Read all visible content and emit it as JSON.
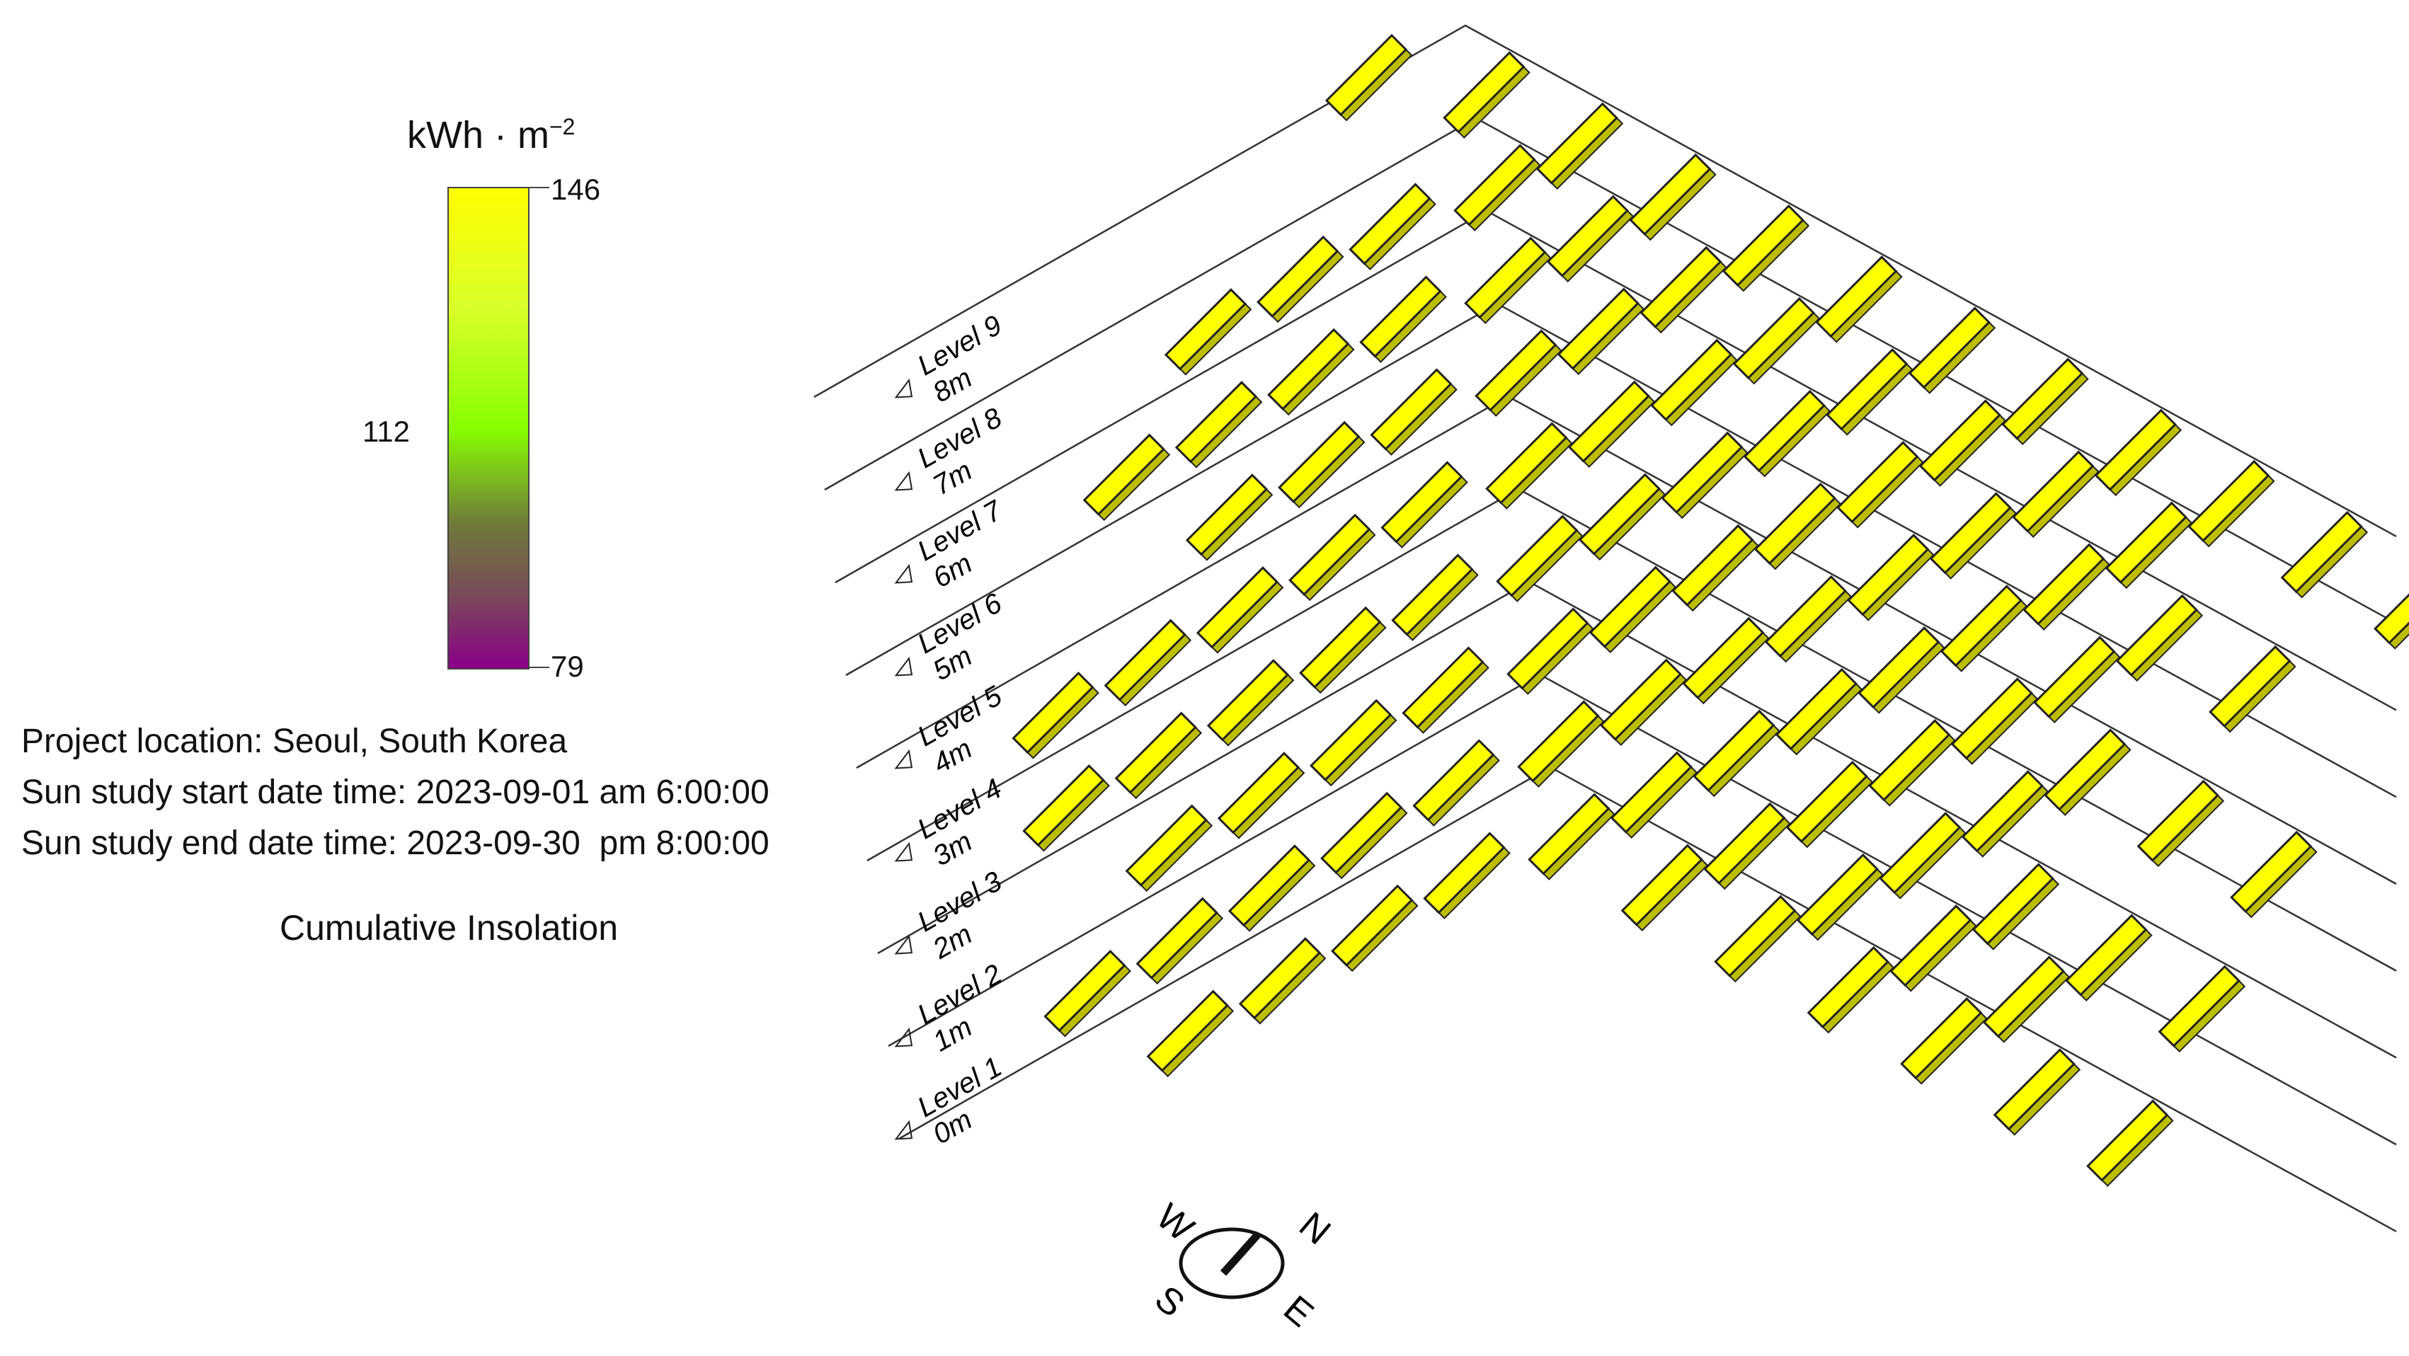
{
  "legend": {
    "unit": "kWh · m",
    "unit_exp": "−2",
    "max": "146",
    "mid": "112",
    "min": "79",
    "colors": [
      "#ffff00",
      "#88ff00",
      "#8a0088"
    ]
  },
  "info": {
    "location": "Project location: Seoul, South Korea",
    "start": "Sun study start date time: 2023-09-01 am 6:00:00",
    "end": "Sun study end date time: 2023-09-30  pm 8:00:00"
  },
  "caption": "Cumulative Insolation",
  "levels": [
    {
      "name": "Level 1",
      "elev": "0m"
    },
    {
      "name": "Level 2",
      "elev": "1m"
    },
    {
      "name": "Level 3",
      "elev": "2m"
    },
    {
      "name": "Level 4",
      "elev": "3m"
    },
    {
      "name": "Level 5",
      "elev": "4m"
    },
    {
      "name": "Level 6",
      "elev": "5m"
    },
    {
      "name": "Level 7",
      "elev": "6m"
    },
    {
      "name": "Level 8",
      "elev": "7m"
    },
    {
      "name": "Level 9",
      "elev": "8m"
    }
  ],
  "compass": {
    "n": "N",
    "e": "E",
    "s": "S",
    "w": "W"
  },
  "panel_color": "#ffff00"
}
